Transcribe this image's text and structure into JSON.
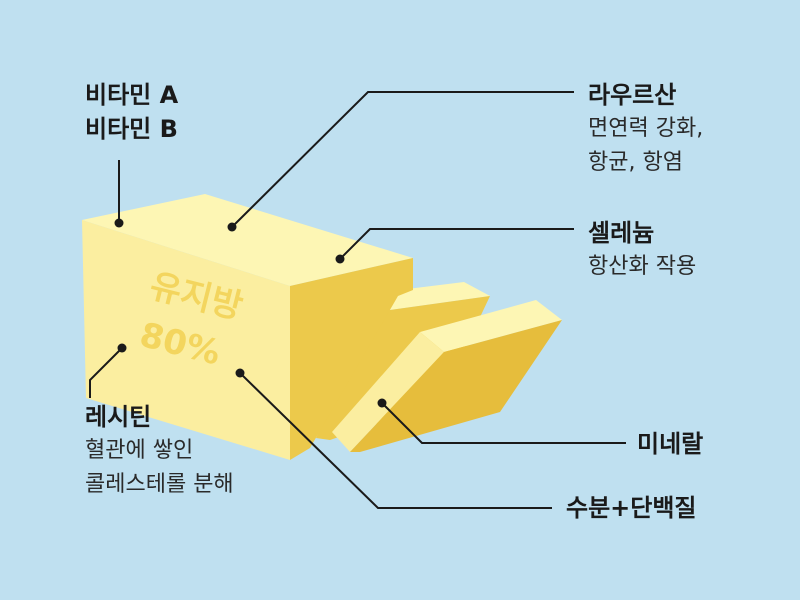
{
  "colors": {
    "background": "#bfe0f0",
    "butter_top": "#fdf6b4",
    "butter_front": "#fbeea0",
    "butter_side": "#ecc94b",
    "butter_dark": "#e6bd3c",
    "butter_text": "#f3d55e",
    "line": "#1a1a1a"
  },
  "butter": {
    "line1": "유지방",
    "line2": "80%"
  },
  "labels": {
    "vitamins": {
      "line1": "비타민 A",
      "line2": "비타민 B"
    },
    "lauric": {
      "title": "라우르산",
      "desc1": "면연력 강화,",
      "desc2": "항균, 항염"
    },
    "selenium": {
      "title": "셀레늄",
      "desc1": "항산화 작용"
    },
    "lecithin": {
      "title": "레시틴",
      "desc1": "혈관에 쌓인",
      "desc2": "콜레스테롤 분해"
    },
    "minerals": {
      "title": "미네랄"
    },
    "water_protein": {
      "title": "수분+단백질"
    }
  }
}
